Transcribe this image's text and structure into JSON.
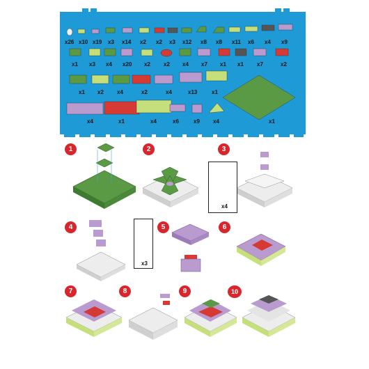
{
  "colors": {
    "background_panel": "#1e9ad6",
    "green": "#5a9a45",
    "light_green": "#c5e07a",
    "purple": "#b99bd0",
    "red": "#d53a34",
    "dark_gray": "#555555",
    "white_brick": "#f2f2f2",
    "step_badge": "#d9262c"
  },
  "parts": {
    "row1": [
      "x26",
      "x10",
      "x19",
      "x3",
      "x14",
      "x2",
      "x2",
      "x3",
      "x12",
      "x8",
      "x8",
      "x11",
      "x6",
      "x4",
      "x9"
    ],
    "row2": [
      "x1",
      "x3",
      "x4",
      "x20",
      "x2",
      "x2",
      "x4",
      "x7",
      "x1",
      "x1",
      "x7",
      "x2"
    ],
    "row3": [
      "x1",
      "x2",
      "x4",
      "x2",
      "x4",
      "x13",
      "x1"
    ],
    "row4": [
      "x4",
      "x1",
      "x4",
      "x6",
      "x9",
      "x4",
      "x1"
    ]
  },
  "steps": {
    "labels": [
      "1",
      "2",
      "3",
      "4",
      "5",
      "6",
      "7",
      "8",
      "9",
      "10"
    ],
    "insets": {
      "step2": "x4",
      "step4": "x3"
    }
  }
}
